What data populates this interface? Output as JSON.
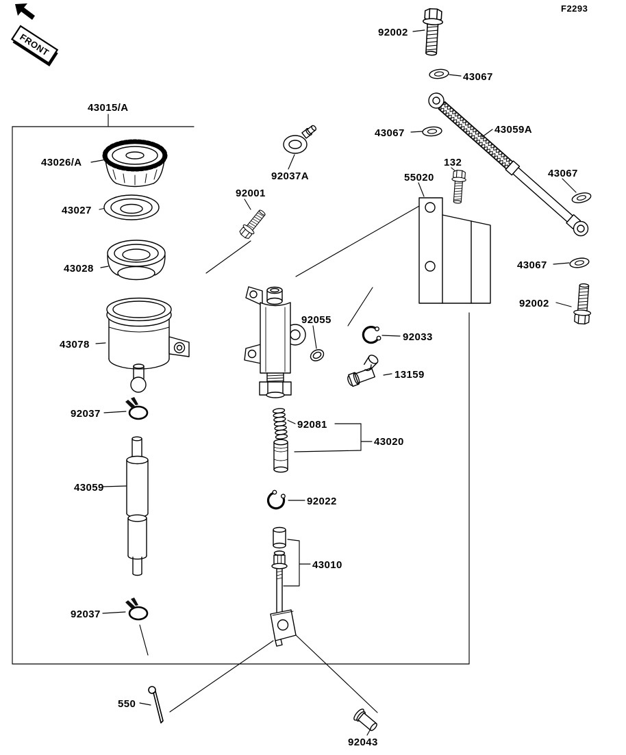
{
  "figure": {
    "code": "F2293"
  },
  "front_marker": {
    "label": "FRONT"
  },
  "colors": {
    "ink": "#000000",
    "background": "#ffffff"
  },
  "parts": {
    "banjo_bolt_top": "92002",
    "washer_top": "43067",
    "master_cylinder_assembly": "43015/A",
    "reservoir_cap": "43026/A",
    "brake_hose": "43059A",
    "washer_hose_upper": "43067",
    "fitting_92037a": "92037A",
    "bolt_132": "132",
    "bracket": "55020",
    "washer_right_upper": "43067",
    "plate_43027": "43027",
    "bolt_92001": "92001",
    "diaphragm": "43028",
    "washer_right_lower": "43067",
    "banjo_bolt_right": "92002",
    "reservoir": "43078",
    "o_ring": "92055",
    "circlip_92033": "92033",
    "joint_13159": "13159",
    "clamp_upper": "92037",
    "spring": "92081",
    "piston_assembly": "43020",
    "reservoir_hose": "43059",
    "circlip_92022": "92022",
    "push_rod_assembly": "43010",
    "clamp_lower": "92037",
    "cotter_pin": "550",
    "joint_pin": "92043"
  }
}
